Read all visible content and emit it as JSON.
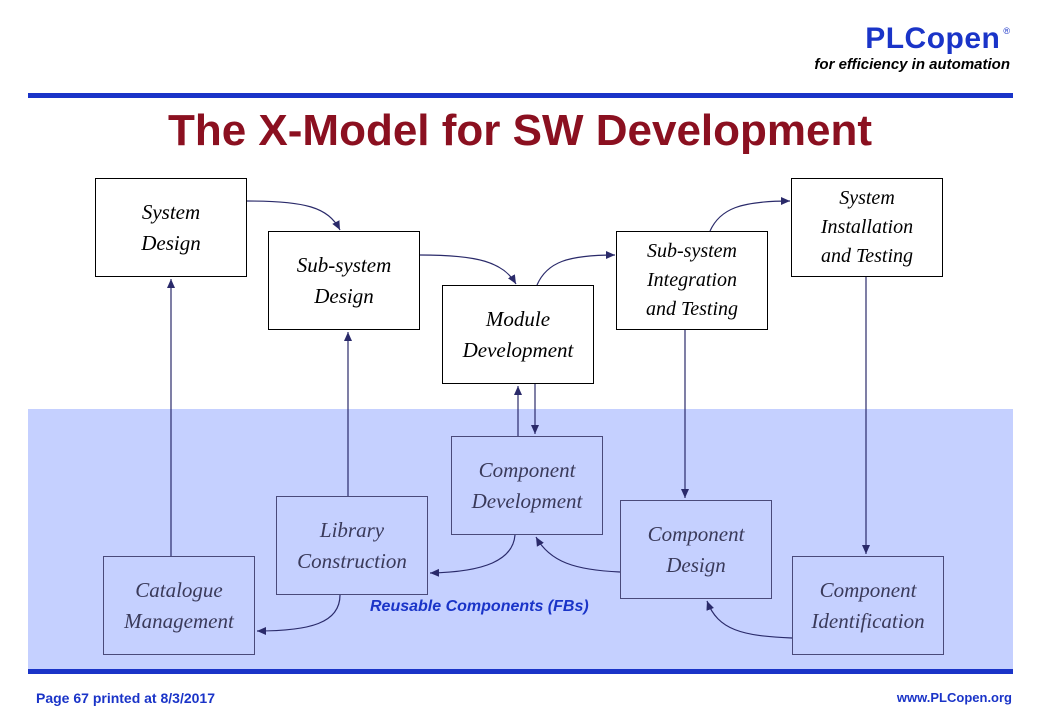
{
  "header": {
    "brand": "PLCopen",
    "registered": "®",
    "tagline": "for efficiency in automation"
  },
  "title": "The X-Model for SW Development",
  "boxes": {
    "system_design": "System\nDesign",
    "subsystem_design": "Sub-system\nDesign",
    "module_development": "Module\nDevelopment",
    "subsystem_integration": "Sub-system\nIntegration\nand Testing",
    "system_installation": "System\nInstallation\nand Testing",
    "component_development": "Component\nDevelopment",
    "library_construction": "Library\nConstruction",
    "component_design": "Component\nDesign",
    "catalogue_management": "Catalogue\nManagement",
    "component_identification": "Component\nIdentification"
  },
  "band_label": "Reusable Components  (FBs)",
  "footer": {
    "page": "Page  67  printed at 8/3/2017",
    "url": "www.PLCopen.org"
  },
  "colors": {
    "brand_blue": "#1a34c8",
    "title_red": "#8b1020",
    "band_fill": "#c5d0ff"
  }
}
